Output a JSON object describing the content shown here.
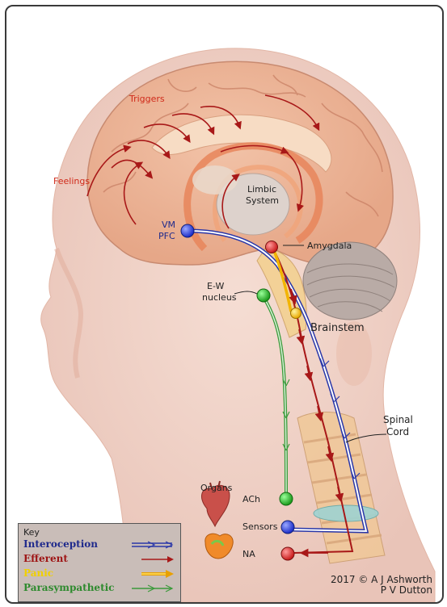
{
  "labels": {
    "triggers": "Triggers",
    "feelings": "Feelings",
    "limbic_1": "Limbic",
    "limbic_2": "System",
    "vm_1": "VM",
    "vm_2": "PFC",
    "amygdala": "Amygdala",
    "ew_1": "E-W",
    "ew_2": "nucleus",
    "brainstem": "Brainstem",
    "spinal_1": "Spinal",
    "spinal_2": "Cord",
    "organs": "Organs",
    "ach": "ACh",
    "sensors": "Sensors",
    "na": "NA"
  },
  "key": {
    "title": "Key",
    "items": [
      {
        "label": "Interoception",
        "color": "#1f2a8c"
      },
      {
        "label": "Efferent",
        "color": "#9e1414"
      },
      {
        "label": "Panic",
        "color": "#f0d000"
      },
      {
        "label": "Parasympathetic",
        "color": "#2e8a2e"
      }
    ]
  },
  "credit": {
    "line1": "2017 © A J Ashworth",
    "line2": "P V Dutton"
  },
  "colors": {
    "interoception": "#2a37a8",
    "efferent": "#a81818",
    "panic": "#f2b400",
    "parasympathetic": "#3a9a3a",
    "label_red": "#d02a1a"
  }
}
